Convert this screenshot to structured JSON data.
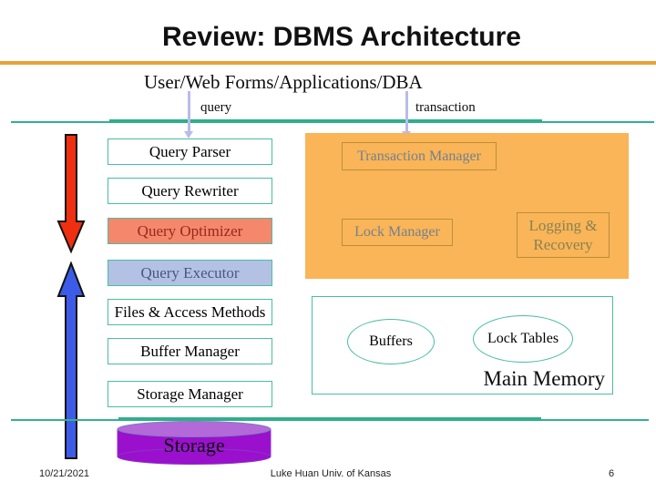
{
  "header": {
    "title": "Review: DBMS Architecture"
  },
  "diagram": {
    "source": "User/Web Forms/Applications/DBA",
    "query_label": "query",
    "transaction_label": "transaction",
    "query_stack": [
      "Query Parser",
      "Query Rewriter",
      "Query Optimizer",
      "Query Executor",
      "Files & Access Methods",
      "Buffer Manager",
      "Storage Manager"
    ],
    "transaction_panel": {
      "transaction_manager": "Transaction Manager",
      "lock_manager": "Lock Manager",
      "logging_recovery": "Logging & Recovery"
    },
    "main_memory": {
      "label": "Main Memory",
      "buffers": "Buffers",
      "lock_tables": "Lock Tables"
    },
    "storage": "Storage"
  },
  "footer": {
    "date": "10/21/2021",
    "credit": "Luke Huan Univ. of Kansas",
    "page_number": "6"
  },
  "colors": {
    "title_rule_orange": "#e9a13b",
    "teal_line": "#2fae8c",
    "box_border_teal": "#4bbda2",
    "panel_orange": "#f9b557",
    "panel_box_border": "#bb8f3a",
    "panel_text_gray_blue": "#76808f",
    "logging_text_olive": "#8a8154",
    "optimizer_fill": "#f5876d",
    "optimizer_text": "#97291b",
    "executor_fill": "#b3c1e5",
    "executor_text": "#47597e",
    "arrow_red": "#ee2f10",
    "arrow_blue": "#3c5ce8",
    "flow_lavender": "#b9bce8",
    "storage_purple_body": "#9a10cd",
    "storage_purple_top": "#b469d8"
  }
}
